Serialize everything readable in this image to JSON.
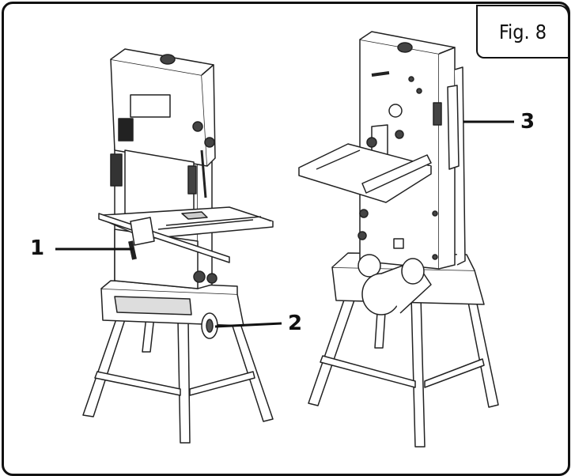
{
  "figure_label": "Fig. 8",
  "callouts": [
    {
      "label": "1"
    },
    {
      "label": "2"
    },
    {
      "label": "3"
    }
  ]
}
